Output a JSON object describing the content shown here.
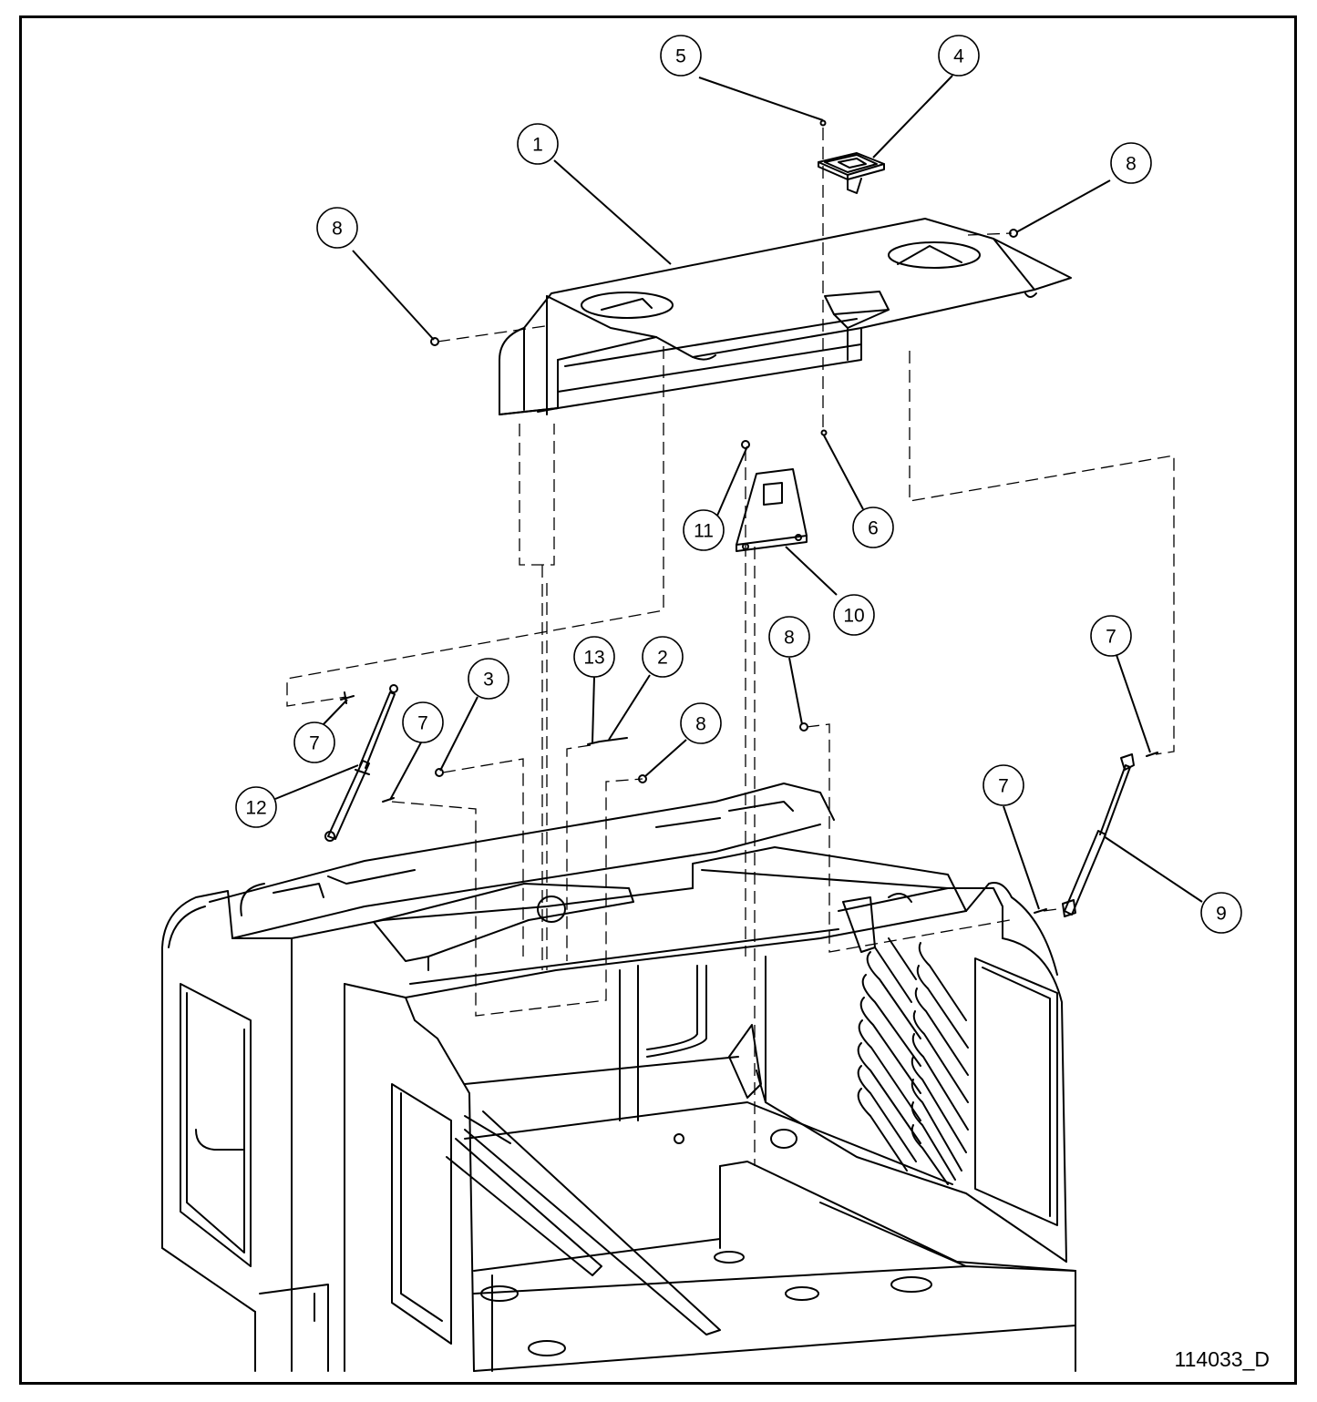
{
  "drawing_number": "114033_D",
  "callouts": [
    {
      "id": "callout-1",
      "label": "1"
    },
    {
      "id": "callout-2",
      "label": "2"
    },
    {
      "id": "callout-3",
      "label": "3"
    },
    {
      "id": "callout-4",
      "label": "4"
    },
    {
      "id": "callout-5",
      "label": "5"
    },
    {
      "id": "callout-6",
      "label": "6"
    },
    {
      "id": "callout-7a",
      "label": "7"
    },
    {
      "id": "callout-7b",
      "label": "7"
    },
    {
      "id": "callout-7c",
      "label": "7"
    },
    {
      "id": "callout-7d",
      "label": "7"
    },
    {
      "id": "callout-8a",
      "label": "8"
    },
    {
      "id": "callout-8b",
      "label": "8"
    },
    {
      "id": "callout-8c",
      "label": "8"
    },
    {
      "id": "callout-8d",
      "label": "8"
    },
    {
      "id": "callout-9",
      "label": "9"
    },
    {
      "id": "callout-10",
      "label": "10"
    },
    {
      "id": "callout-11",
      "label": "11"
    },
    {
      "id": "callout-12",
      "label": "12"
    },
    {
      "id": "callout-13",
      "label": "13"
    }
  ]
}
